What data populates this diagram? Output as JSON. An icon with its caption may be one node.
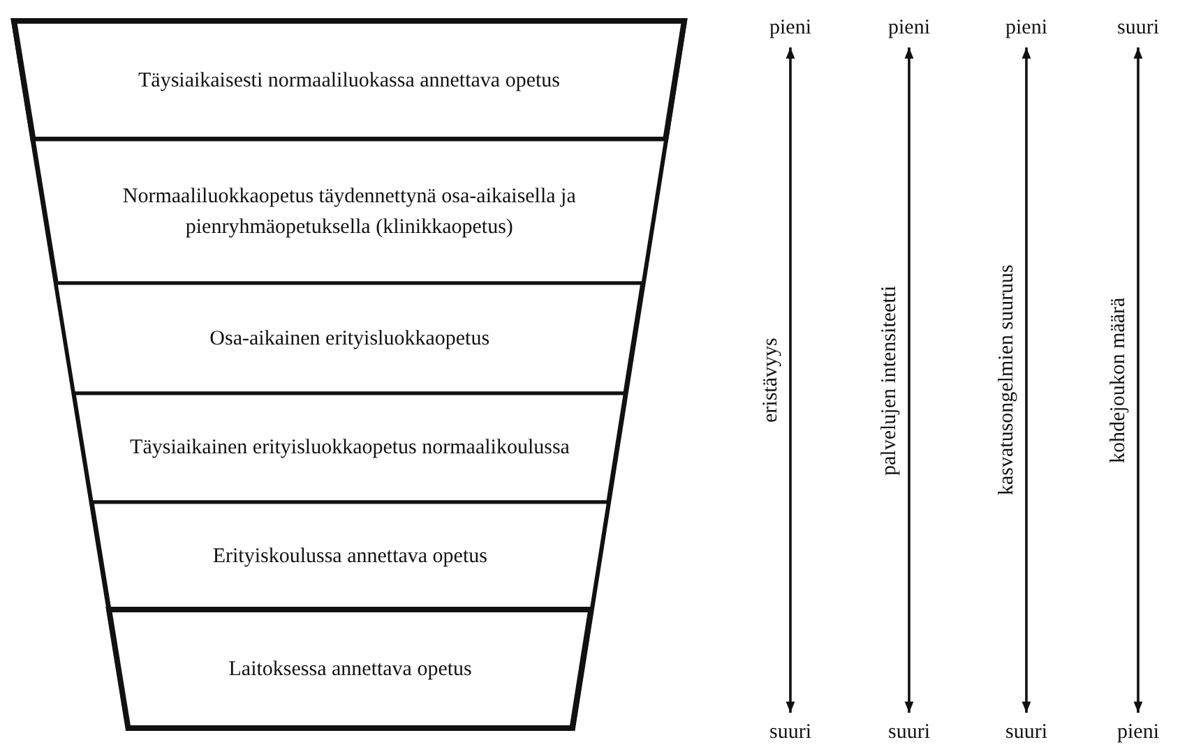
{
  "diagram": {
    "nodes": [
      {
        "text": [
          "Täysiaikaisesti normaaliluokassa annettava opetus"
        ]
      },
      {
        "text": [
          "Normaaliluokkaopetus täydennettynä osa-aikaisella ja pienryhmäopetuksella (klinikkaopetus)"
        ]
      },
      {
        "text": [
          "Osa-aikainen erityisluokkaopetus"
        ]
      },
      {
        "text": [
          "Täysiaikainen erityisluokkaopetus normaalikoulussa"
        ]
      },
      {
        "text": [
          "Erityiskoulussa annettava opetus"
        ]
      },
      {
        "text": [
          "Laitoksessa annettava opetus"
        ]
      },
      {
        "text": [
          "pieni"
        ]
      },
      {
        "text": [
          "pieni"
        ]
      },
      {
        "text": [
          "pieni"
        ]
      },
      {
        "text": [
          "suuri"
        ]
      },
      {
        "text": [
          "suuri"
        ]
      },
      {
        "text": [
          "suuri"
        ]
      },
      {
        "text": [
          "suuri"
        ]
      },
      {
        "text": [
          "pieni"
        ]
      }
    ],
    "edges": [
      {
        "from": 6,
        "to": 10,
        "arrow": "both",
        "label": "eristävyys"
      },
      {
        "from": 7,
        "to": 11,
        "arrow": "both",
        "label": "palvelujen intensiteetti"
      },
      {
        "from": 8,
        "to": 12,
        "arrow": "both",
        "label": "kasvatusongelmien suuruus"
      },
      {
        "from": 9,
        "to": 13,
        "arrow": "both",
        "label": "kohdejoukon määrä"
      }
    ]
  }
}
